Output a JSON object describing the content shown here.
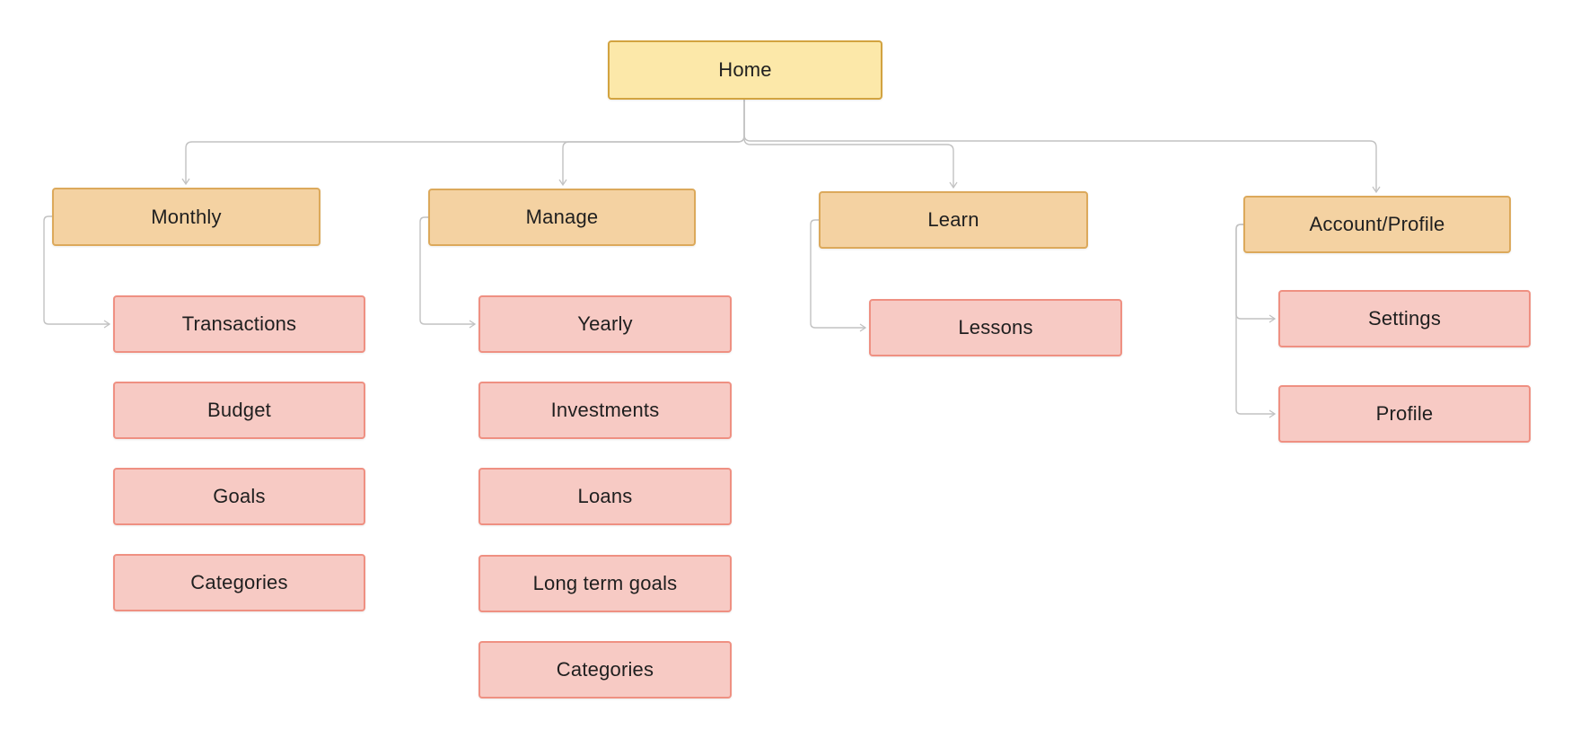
{
  "diagram": {
    "type": "sitemap-flowchart",
    "background": "#ffffff",
    "colors": {
      "root_fill": "#FCE8A9",
      "root_border": "#D2A340",
      "section_fill": "#F4D2A2",
      "section_border": "#DCA95B",
      "leaf_fill": "#F7CAC4",
      "leaf_border": "#EF9082",
      "connector": "#C2C2C2",
      "text": "#1F1F1F"
    },
    "nodes": {
      "home": {
        "label": "Home",
        "level": "root"
      },
      "monthly": {
        "label": "Monthly",
        "level": "section"
      },
      "transactions": {
        "label": "Transactions",
        "level": "leaf"
      },
      "budget": {
        "label": "Budget",
        "level": "leaf"
      },
      "goals": {
        "label": "Goals",
        "level": "leaf"
      },
      "categories_monthly": {
        "label": "Categories",
        "level": "leaf"
      },
      "manage": {
        "label": "Manage",
        "level": "section"
      },
      "yearly": {
        "label": "Yearly",
        "level": "leaf"
      },
      "investments": {
        "label": "Investments",
        "level": "leaf"
      },
      "loans": {
        "label": "Loans",
        "level": "leaf"
      },
      "long_term_goals": {
        "label": "Long term goals",
        "level": "leaf"
      },
      "categories_manage": {
        "label": "Categories",
        "level": "leaf"
      },
      "learn": {
        "label": "Learn",
        "level": "section"
      },
      "lessons": {
        "label": "Lessons",
        "level": "leaf"
      },
      "account_profile": {
        "label": "Account/Profile",
        "level": "section"
      },
      "settings": {
        "label": "Settings",
        "level": "leaf"
      },
      "profile": {
        "label": "Profile",
        "level": "leaf"
      }
    },
    "edges": [
      {
        "from": "Home",
        "to": "Monthly"
      },
      {
        "from": "Home",
        "to": "Manage"
      },
      {
        "from": "Home",
        "to": "Learn"
      },
      {
        "from": "Home",
        "to": "Account/Profile"
      },
      {
        "from": "Monthly",
        "to": "Transactions"
      },
      {
        "from": "Manage",
        "to": "Yearly"
      },
      {
        "from": "Learn",
        "to": "Lessons"
      },
      {
        "from": "Account/Profile",
        "to": "Settings"
      },
      {
        "from": "Account/Profile",
        "to": "Profile"
      }
    ],
    "groups": {
      "monthly_children": [
        "Transactions",
        "Budget",
        "Goals",
        "Categories"
      ],
      "manage_children": [
        "Yearly",
        "Investments",
        "Loans",
        "Long term goals",
        "Categories"
      ],
      "learn_children": [
        "Lessons"
      ],
      "account_profile_children": [
        "Settings",
        "Profile"
      ]
    }
  }
}
